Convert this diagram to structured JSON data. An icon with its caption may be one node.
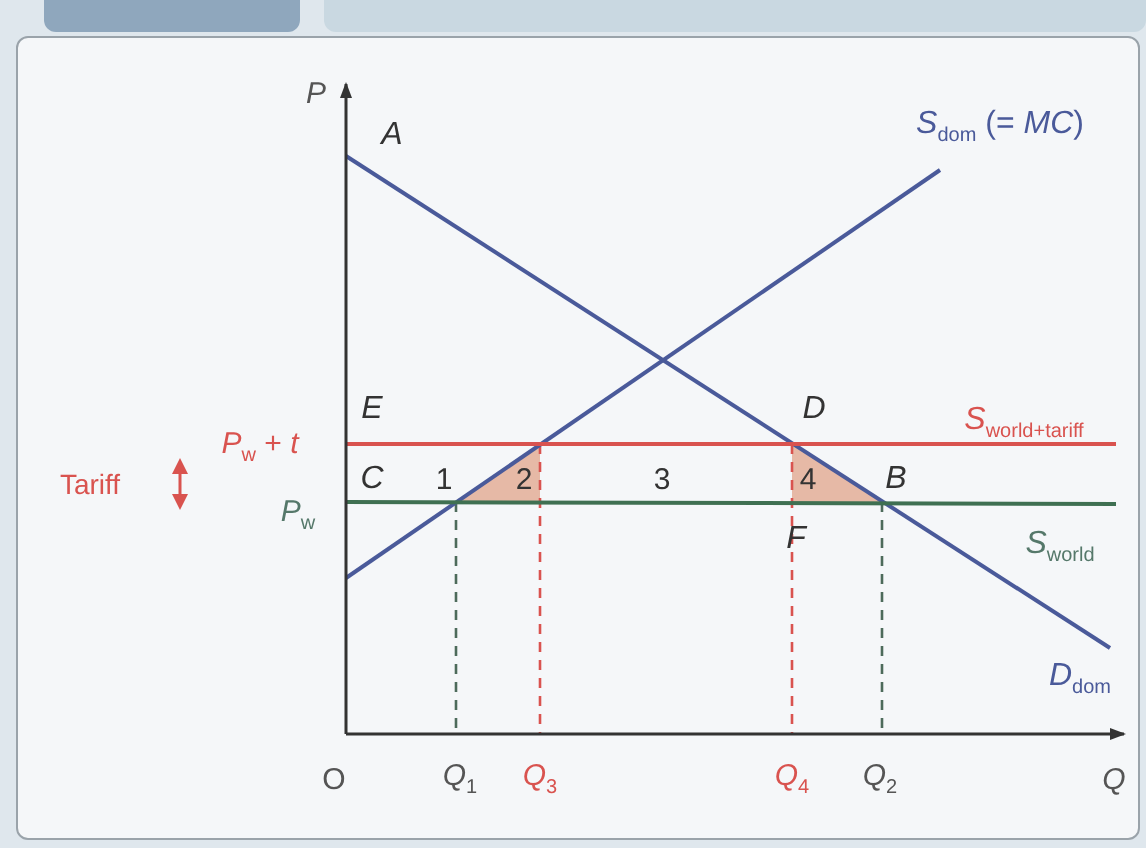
{
  "diagram": {
    "labels": [
      "*P*",
      "*A*",
      "*S*$_{dom}$ (= *MC*)",
      "*E*",
      "*D*",
      "*S*$_{world+tariff}$",
      "Tariff",
      "*P*$_{w}$ + *t*",
      "*C*",
      "1",
      "2",
      "3",
      "4",
      "*B*",
      "*P*$_{w}$",
      "*F*",
      "*S*$_{world}$",
      "*D*$_{dom}$",
      "O",
      "*Q*$_{1}$",
      "*Q*$_{3}$",
      "*Q*$_{4}$",
      "*Q*$_{2}$",
      "*Q*"
    ]
  }
}
